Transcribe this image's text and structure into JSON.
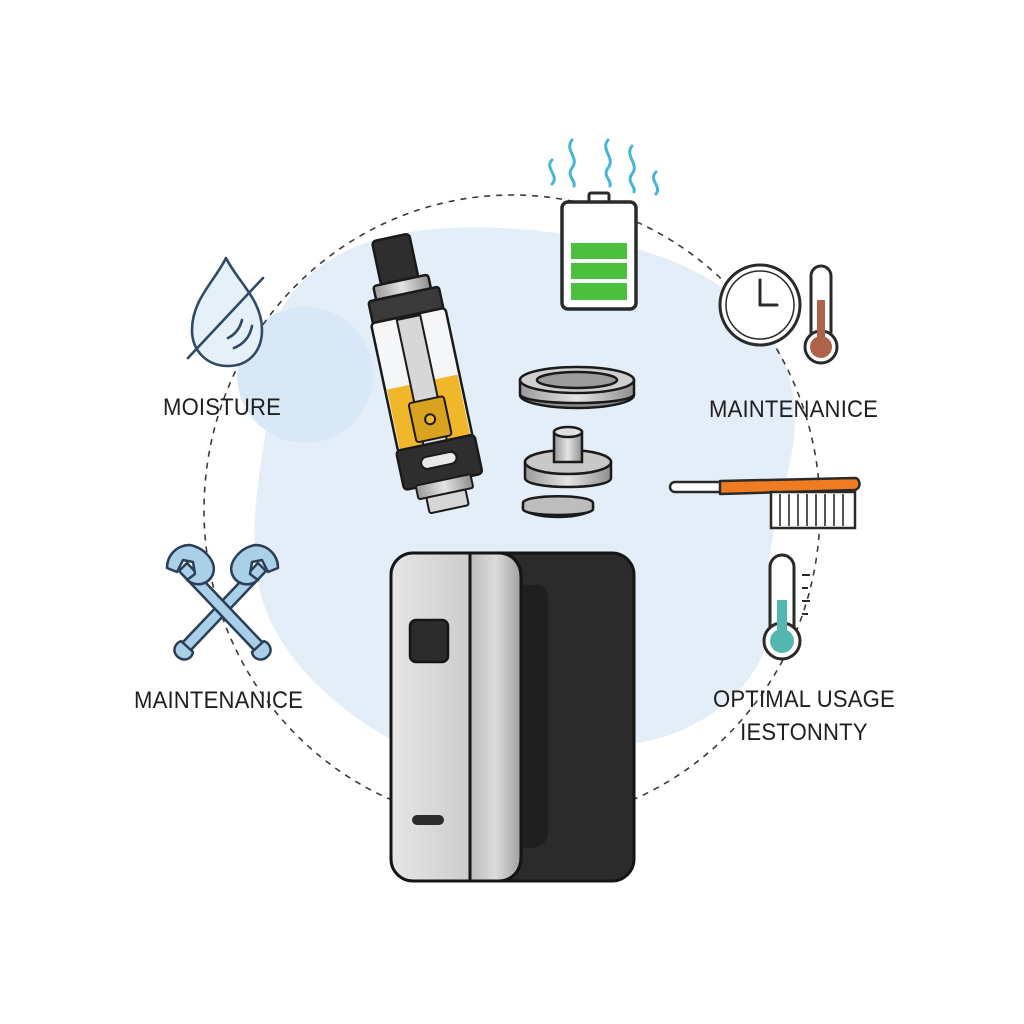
{
  "labels": {
    "moisture": "MOISTURE",
    "maintenance_right": "MAINTENANICE",
    "maintenance_left": "MAINTENANICE",
    "optimal_line1": "OPTIMAL USAGE",
    "optimal_line2": "IESTONNTY"
  },
  "icons": [
    "water-drop-slash-icon",
    "battery-icon",
    "clock-icon",
    "thermometer-hot-icon",
    "brush-icon",
    "thermometer-cool-icon",
    "wrench-cross-icon",
    "vape-tank-icon",
    "coil-parts-icon",
    "vape-mod-icon"
  ],
  "colors": {
    "background_blob": "#e3eef8",
    "battery_green": "#4cbf3f",
    "steam_blue": "#47b5d6",
    "liquid_amber": "#f1b72b",
    "brush_orange": "#f07c22",
    "thermo_hot": "#b0614a",
    "thermo_cool": "#55b7b0",
    "wrench_blue": "#a9cfe9",
    "mod_dark": "#2b2b2b",
    "mod_silver": "#c8c8c8"
  }
}
